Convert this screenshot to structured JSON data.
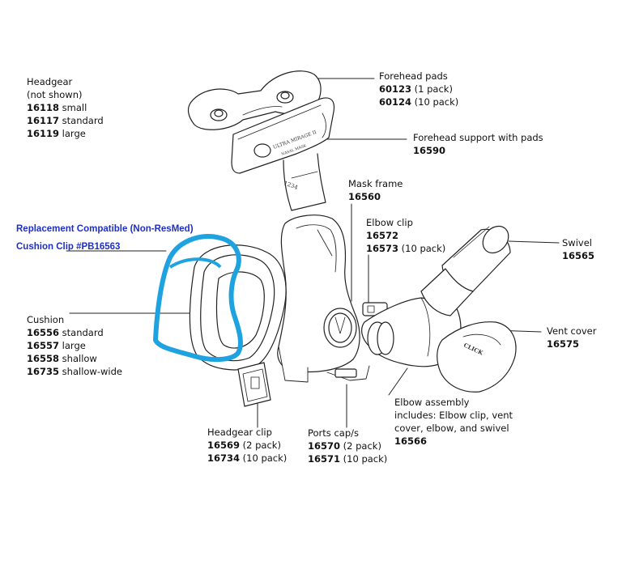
{
  "notes": {
    "headgear": {
      "title1": "Headgear",
      "title2": "(not shown)",
      "rows": [
        {
          "code": "16118",
          "desc": "small"
        },
        {
          "code": "16117",
          "desc": "standard"
        },
        {
          "code": "16119",
          "desc": "large"
        }
      ]
    },
    "forehead_pads": {
      "title": "Forehead pads",
      "rows": [
        {
          "code": "60123",
          "desc": "(1 pack)"
        },
        {
          "code": "60124",
          "desc": "(10 pack)"
        }
      ]
    },
    "forehead_support": {
      "title": "Forehead support with pads",
      "code": "16590"
    },
    "mask_frame": {
      "title": "Mask frame",
      "code": "16560"
    },
    "elbow_clip": {
      "title": "Elbow clip",
      "rows": [
        {
          "code": "16572",
          "desc": ""
        },
        {
          "code": "16573",
          "desc": "(10 pack)"
        }
      ]
    },
    "swivel": {
      "title": "Swivel",
      "code": "16565"
    },
    "vent_cover": {
      "title": "Vent cover",
      "code": "16575"
    },
    "cushion": {
      "title": "Cushion",
      "rows": [
        {
          "code": "16556",
          "desc": "standard"
        },
        {
          "code": "16557",
          "desc": "large"
        },
        {
          "code": "16558",
          "desc": "shallow"
        },
        {
          "code": "16735",
          "desc": "shallow-wide"
        }
      ]
    },
    "elbow_assembly": {
      "title": "Elbow assembly",
      "line2": "includes: Elbow clip, vent",
      "line3": "cover, elbow, and swivel",
      "code": "16566"
    },
    "headgear_clip": {
      "title": "Headgear clip",
      "rows": [
        {
          "code": "16569",
          "desc": "(2 pack)"
        },
        {
          "code": "16734",
          "desc": "(10 pack)"
        }
      ]
    },
    "ports_cap": {
      "title": "Ports cap/s",
      "rows": [
        {
          "code": "16570",
          "desc": "(2 pack)"
        },
        {
          "code": "16571",
          "desc": "(10 pack)"
        }
      ]
    }
  },
  "replacement": {
    "line1": "Replacement Compatible (Non-ResMed)",
    "line2": "Cushion Clip #PB16563"
  },
  "engravings": {
    "brand": "ULTRA MIRAGE II",
    "sub": "NASAL MASK",
    "size": "1234",
    "click": "CLICK"
  },
  "colors": {
    "clip_blue": "#1fa3e0",
    "text_blue": "#1f2fc4"
  }
}
